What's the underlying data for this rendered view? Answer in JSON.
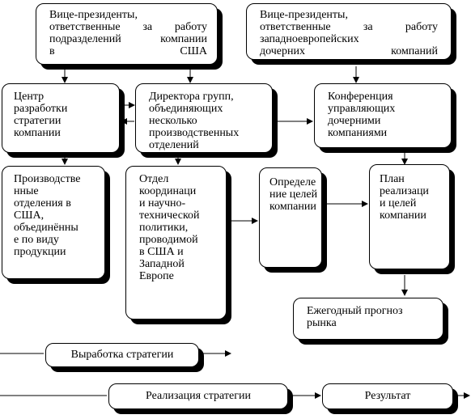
{
  "boxes": {
    "vp_usa": "Вице-президенты,\nответственные за работу\nподразделений компании\nв США",
    "vp_eu": "Вице-президенты,\nответственные за работу\nзападноевропейских\nдочерних компаний",
    "center": "Центр\nразработки\nстратегии\nкомпании",
    "group_directors": "Директора групп,\nобъединяющих\nнесколько\nпроизводственных\nотделений",
    "conference": "Конференция\nуправляющих\nдочерними\nкомпаниями",
    "production_units": "Производстве\nнные\nотделения в\nСША,\nобъединённы\nе по виду\nпродукции",
    "coordination_dept": "Отдел\nкоординаци\nи научно-\nтехнической\nполитики,\nпроводимой\nв США и\nЗападной\nЕвропе",
    "goal_setting": "Определе\nние целей\nкомпании",
    "plan": "План\nреализаци\nи целей\nкомпании",
    "forecast": "Ежегодный прогноз\nрынка",
    "strategy_dev": "Выработка стратегии",
    "strategy_impl": "Реализация стратегии",
    "result": "Результат"
  },
  "colors": {
    "line": "#000000",
    "fill": "#ffffff",
    "shadow": "#000000"
  }
}
